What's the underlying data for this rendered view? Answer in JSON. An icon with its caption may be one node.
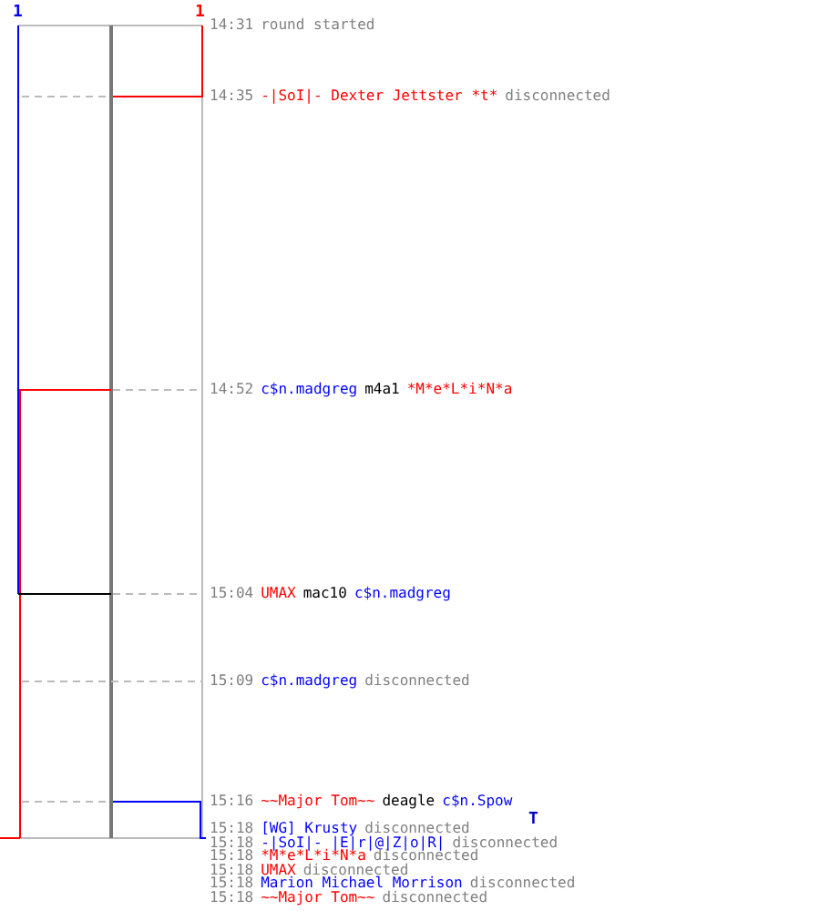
{
  "diagram": {
    "labels": [
      "1",
      "1",
      "14:31",
      "round started",
      "14:35",
      "-|SoI|- Dexter Jettster *t*",
      "disconnected",
      "14:52",
      "c$n.madgreg",
      "m4a1",
      "*M*e*L*i*N*a",
      "15:04",
      "UMAX",
      "mac10",
      "c$n.madgreg",
      "15:09",
      "c$n.madgreg",
      "disconnected",
      "15:16",
      "~~Major Tom~~",
      "deagle",
      "c$n.Spow",
      "15:18",
      "[WG]  Krusty",
      "disconnected",
      "T",
      "15:18",
      "-|SoI|- |E|r|@|Z|o|R|",
      "disconnected",
      "15:18",
      "*M*e*L*i*N*a",
      "disconnected",
      "15:18",
      "UMAX",
      "disconnected",
      "15:18",
      "Marion Michael Morrison",
      "disconnected",
      "15:18",
      "~~Major Tom~~",
      "disconnected"
    ]
  }
}
